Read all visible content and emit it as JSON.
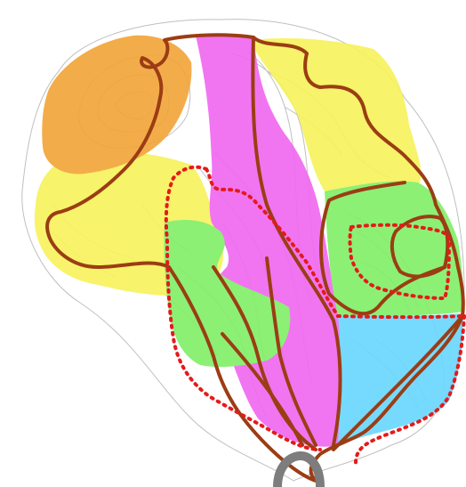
{
  "figure": {
    "kind": "surface zone map with contour lines",
    "printed_text": []
  },
  "colors": {
    "background": "#ffffff",
    "contour_line": "#8c8c8c",
    "outline": "#cfcfcf",
    "zone_yellow": "#f7f25e",
    "zone_orange": "#f2a53b",
    "zone_magenta": "#f06af0",
    "zone_green": "#83ef6a",
    "zone_cyan": "#6bd7ff",
    "boundary_solid": "#9b3d14",
    "boundary_dotted": "#e51a1a",
    "marker_gray": "#7d7d7d"
  },
  "zones": [
    {
      "id": "yellow-west",
      "color": "zone_yellow"
    },
    {
      "id": "yellow-north",
      "color": "zone_yellow"
    },
    {
      "id": "orange",
      "color": "zone_orange"
    },
    {
      "id": "magenta",
      "color": "zone_magenta"
    },
    {
      "id": "green-east",
      "color": "zone_green"
    },
    {
      "id": "green-center",
      "color": "zone_green"
    },
    {
      "id": "cyan",
      "color": "zone_cyan"
    }
  ],
  "boundaries": [
    {
      "id": "brown-solid",
      "style": "solid",
      "color": "boundary_solid"
    },
    {
      "id": "red-dotted",
      "style": "dotted",
      "color": "boundary_dotted"
    }
  ]
}
